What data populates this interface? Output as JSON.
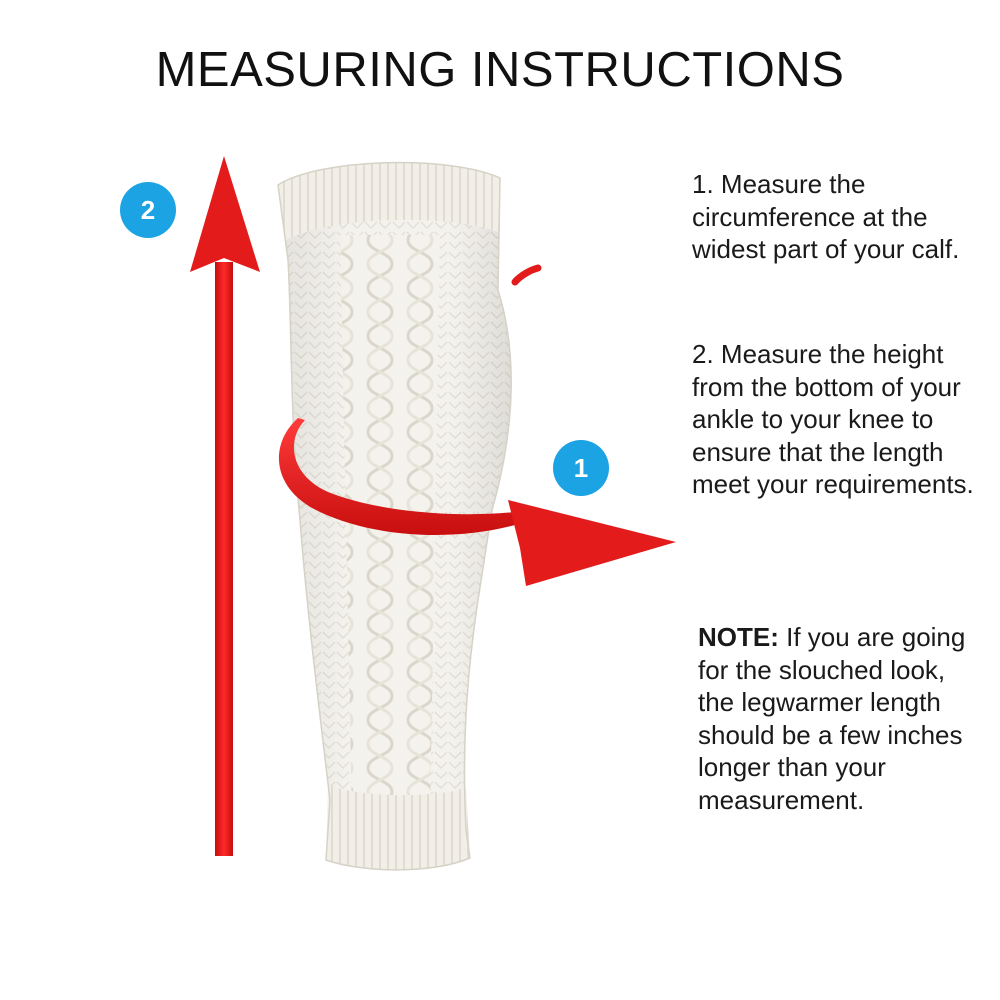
{
  "title": "MEASURING INSTRUCTIONS",
  "badges": {
    "circumference": "1",
    "height": "2"
  },
  "steps": [
    {
      "text": "1. Measure the circumference at the widest part of your calf."
    },
    {
      "text": "2. Measure the height from the bottom of your ankle to your knee to ensure that the length meet your requirements."
    }
  ],
  "note": {
    "label": "NOTE:",
    "text": " If you are going for the slouched look, the legwarmer length should be a few inches longer than your measurement."
  },
  "colors": {
    "arrow_red": "#e31b1b",
    "badge_blue": "#1ba3e3",
    "knit_white": "#f4f2ec"
  }
}
